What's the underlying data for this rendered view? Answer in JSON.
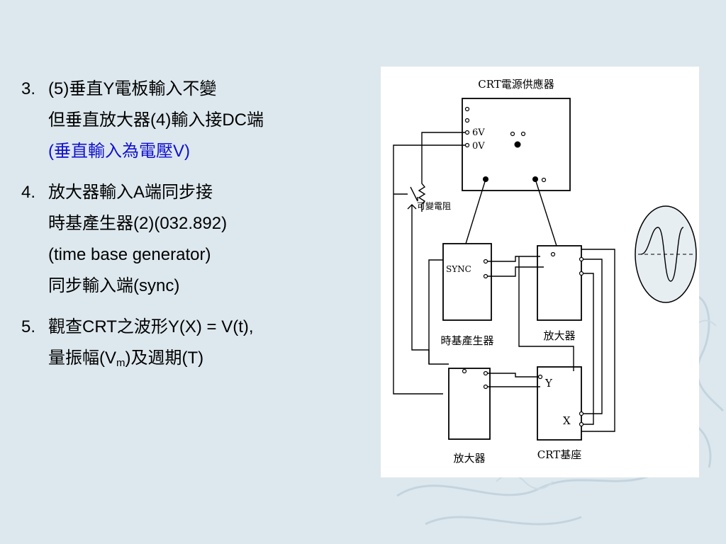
{
  "slide": {
    "items": [
      {
        "number": "3.",
        "line1": "(5)垂直Y電板輸入不變",
        "line2": "但垂直放大器(4)輸入接DC端",
        "line3": "(垂直輸入為電壓V)"
      },
      {
        "number": "4.",
        "line1": "放大器輸入A端同步接",
        "line2": "時基產生器(2)(032.892)",
        "line3": "(time base generator)",
        "line4": "同步輸入端(sync)"
      },
      {
        "number": "5.",
        "line1": "觀查CRT之波形Y(X) = V(t),",
        "line2_pre": "量振幅(V",
        "line2_sub": "m",
        "line2_post": ")及週期(T)"
      }
    ]
  },
  "diagram": {
    "power_supply_label": "CRT電源供應器",
    "terminal_6v": "6V",
    "terminal_0v": "0V",
    "resistor_label": "可變電阻",
    "sync_label": "SYNC",
    "time_base_label": "時基產生器",
    "amp_top_label": "放大器",
    "amp_bottom_label": "放大器",
    "crt_base_label": "CRT基座",
    "y_terminal": "Y",
    "x_terminal": "X"
  },
  "colors": {
    "background": "#dde8ee",
    "accent_text": "#1010d0"
  }
}
